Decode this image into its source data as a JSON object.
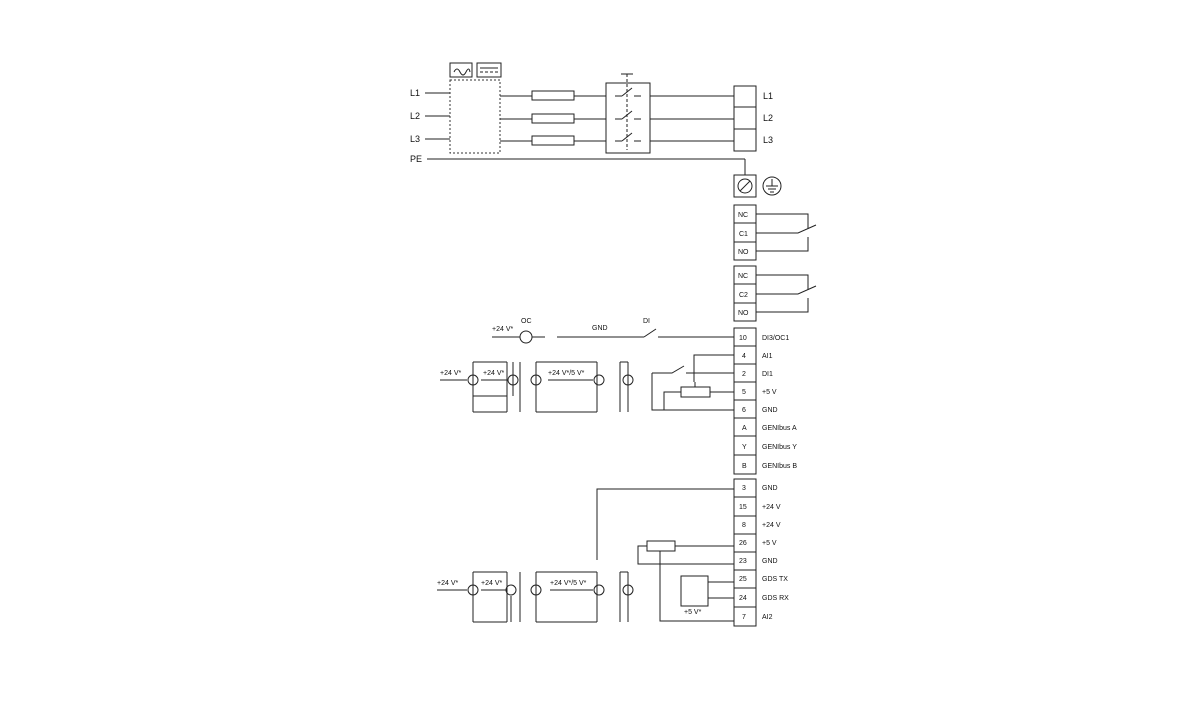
{
  "supply": {
    "lines": [
      "L1",
      "L2",
      "L3"
    ],
    "pe": "PE"
  },
  "power_terminals": [
    "L1",
    "L2",
    "L3"
  ],
  "relay1": [
    "NC",
    "C1",
    "NO"
  ],
  "relay2": [
    "NC",
    "C2",
    "NO"
  ],
  "block1": [
    {
      "num": "10",
      "label": "DI3/OC1"
    },
    {
      "num": "4",
      "label": "AI1"
    },
    {
      "num": "2",
      "label": "DI1"
    },
    {
      "num": "5",
      "label": "+5 V"
    },
    {
      "num": "6",
      "label": "GND"
    },
    {
      "num": "A",
      "label": "GENIbus A"
    },
    {
      "num": "Y",
      "label": "GENIbus Y"
    },
    {
      "num": "B",
      "label": "GENIbus B"
    }
  ],
  "block2": [
    {
      "num": "3",
      "label": "GND"
    },
    {
      "num": "15",
      "label": "+24 V"
    },
    {
      "num": "8",
      "label": "+24 V"
    },
    {
      "num": "26",
      "label": "+5 V"
    },
    {
      "num": "23",
      "label": "GND"
    },
    {
      "num": "25",
      "label": "GDS TX"
    },
    {
      "num": "24",
      "label": "GDS RX"
    },
    {
      "num": "7",
      "label": "AI2"
    }
  ],
  "annotations": {
    "oc_supply": "+24 V*",
    "oc": "OC",
    "gnd": "GND",
    "di": "DI",
    "sensor1": "+24 V*",
    "sensor2": "+24 V*",
    "sensor3": "+24 V*/5 V*",
    "sensor4": "+24 V*",
    "sensor5": "+24 V*",
    "sensor6": "+24 V*/5 V*",
    "gds_supply": "+5 V*"
  },
  "icons": [
    "ac-filter-icon",
    "dc-filter-icon",
    "earth-terminal-icon",
    "ground-symbol-icon"
  ]
}
